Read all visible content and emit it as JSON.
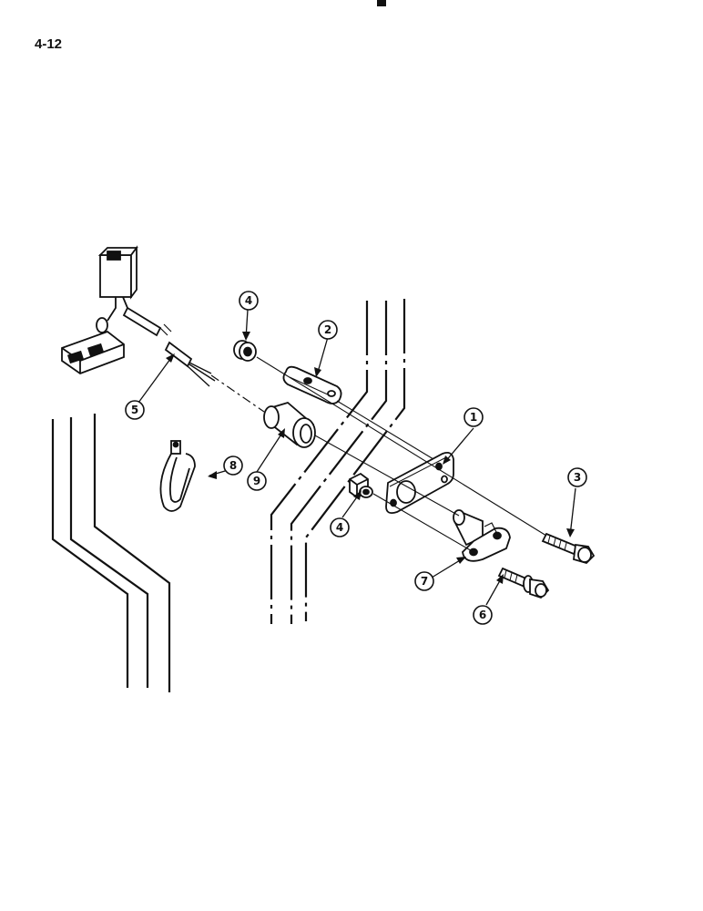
{
  "page_number": "4-12",
  "callouts": {
    "c1": "1",
    "c2": "2",
    "c3": "3",
    "c4a": "4",
    "c4b": "4",
    "c5": "5",
    "c6": "6",
    "c7": "7",
    "c8": "8",
    "c9": "9"
  }
}
